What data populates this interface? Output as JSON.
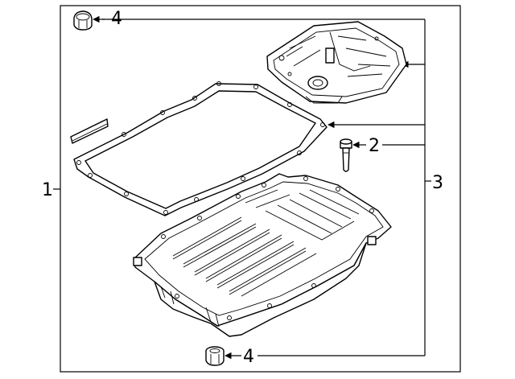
{
  "diagram": {
    "callouts": {
      "c1": "1",
      "c2": "2",
      "c3": "3",
      "c4_top": "4",
      "c4_bottom": "4"
    },
    "colors": {
      "line": "#000000",
      "background": "#ffffff"
    }
  }
}
